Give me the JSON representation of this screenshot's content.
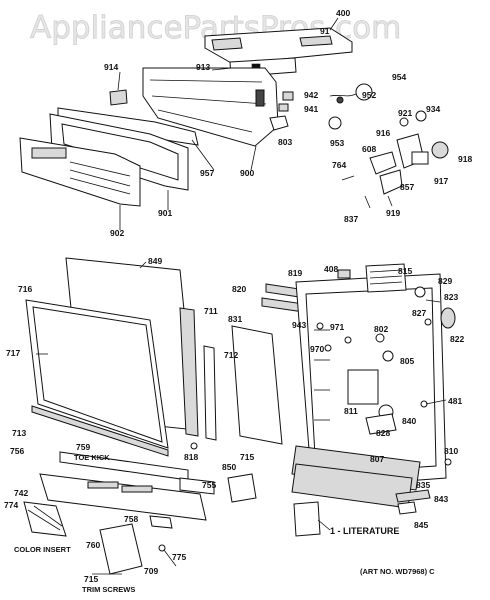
{
  "watermark": "AppliancePartsPros.com",
  "captions": {
    "toe_kick": "TOE KICK",
    "color_insert": "COLOR INSERT",
    "trim_screws": "TRIM SCREWS",
    "literature": "1 - LITERATURE",
    "art_no": "(ART NO. WD7968) C"
  },
  "labels": {
    "p400": "400",
    "p91": "91",
    "p914": "914",
    "p913": "913",
    "p954": "954",
    "p942": "942",
    "p941": "941",
    "p952": "952",
    "p921": "921",
    "p934": "934",
    "p803": "803",
    "p953": "953",
    "p916": "916",
    "p957": "957",
    "p900": "900",
    "p608": "608",
    "p918": "918",
    "p764": "764",
    "p857": "857",
    "p917": "917",
    "p901": "901",
    "p837": "837",
    "p919": "919",
    "p902": "902",
    "p849": "849",
    "p408": "408",
    "p815": "815",
    "p819": "819",
    "p829": "829",
    "p716": "716",
    "p820": "820",
    "p823": "823",
    "p711": "711",
    "p831": "831",
    "p943": "943",
    "p827": "827",
    "p971": "971",
    "p802": "802",
    "p822": "822",
    "p717": "717",
    "p712": "712",
    "p970": "970",
    "p805": "805",
    "p481": "481",
    "p811": "811",
    "p840": "840",
    "p828": "828",
    "p713": "713",
    "p818": "818",
    "p715a": "715",
    "p807": "807",
    "p810": "810",
    "p759": "759",
    "p756": "756",
    "p850": "850",
    "p755": "755",
    "p835": "835",
    "p742": "742",
    "p774": "774",
    "p843": "843",
    "p758": "758",
    "p845": "845",
    "p760": "760",
    "p775": "775",
    "p709": "709",
    "p715b": "715"
  }
}
